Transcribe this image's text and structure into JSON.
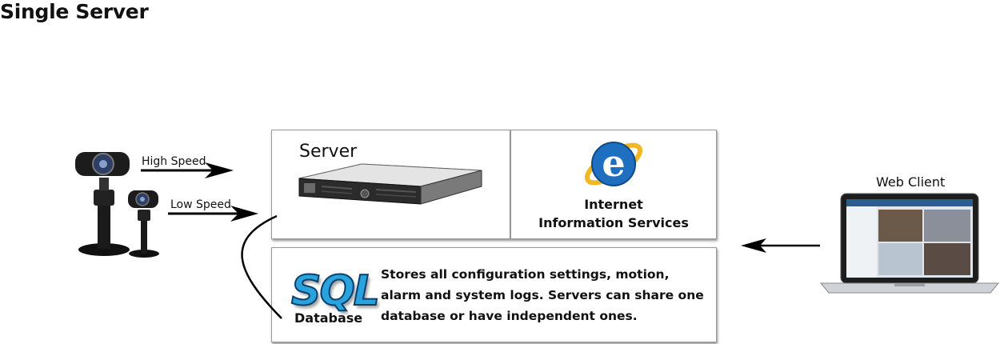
{
  "title": "Single Server",
  "cameras": {
    "high_speed_label": "High Speed",
    "low_speed_label": "Low Speed"
  },
  "server_panel": {
    "label": "Server"
  },
  "iis_panel": {
    "line1": "Internet",
    "line2": "Information Services"
  },
  "database_panel": {
    "logo_text": "SQL",
    "label": "Database",
    "description": "Stores all configuration settings, motion, alarm and system logs. Servers can share one database or have independent ones."
  },
  "web_client": {
    "label": "Web Client"
  },
  "icons": [
    "camera-icon",
    "server-rack-icon",
    "internet-explorer-icon",
    "sql-logo-icon",
    "laptop-icon",
    "arrow-icon"
  ],
  "colors": {
    "sql_blue": "#2aa3dd",
    "ie_blue": "#1f6fc0",
    "ie_ring": "#f2b824",
    "panel_border": "#9a9a9a"
  }
}
